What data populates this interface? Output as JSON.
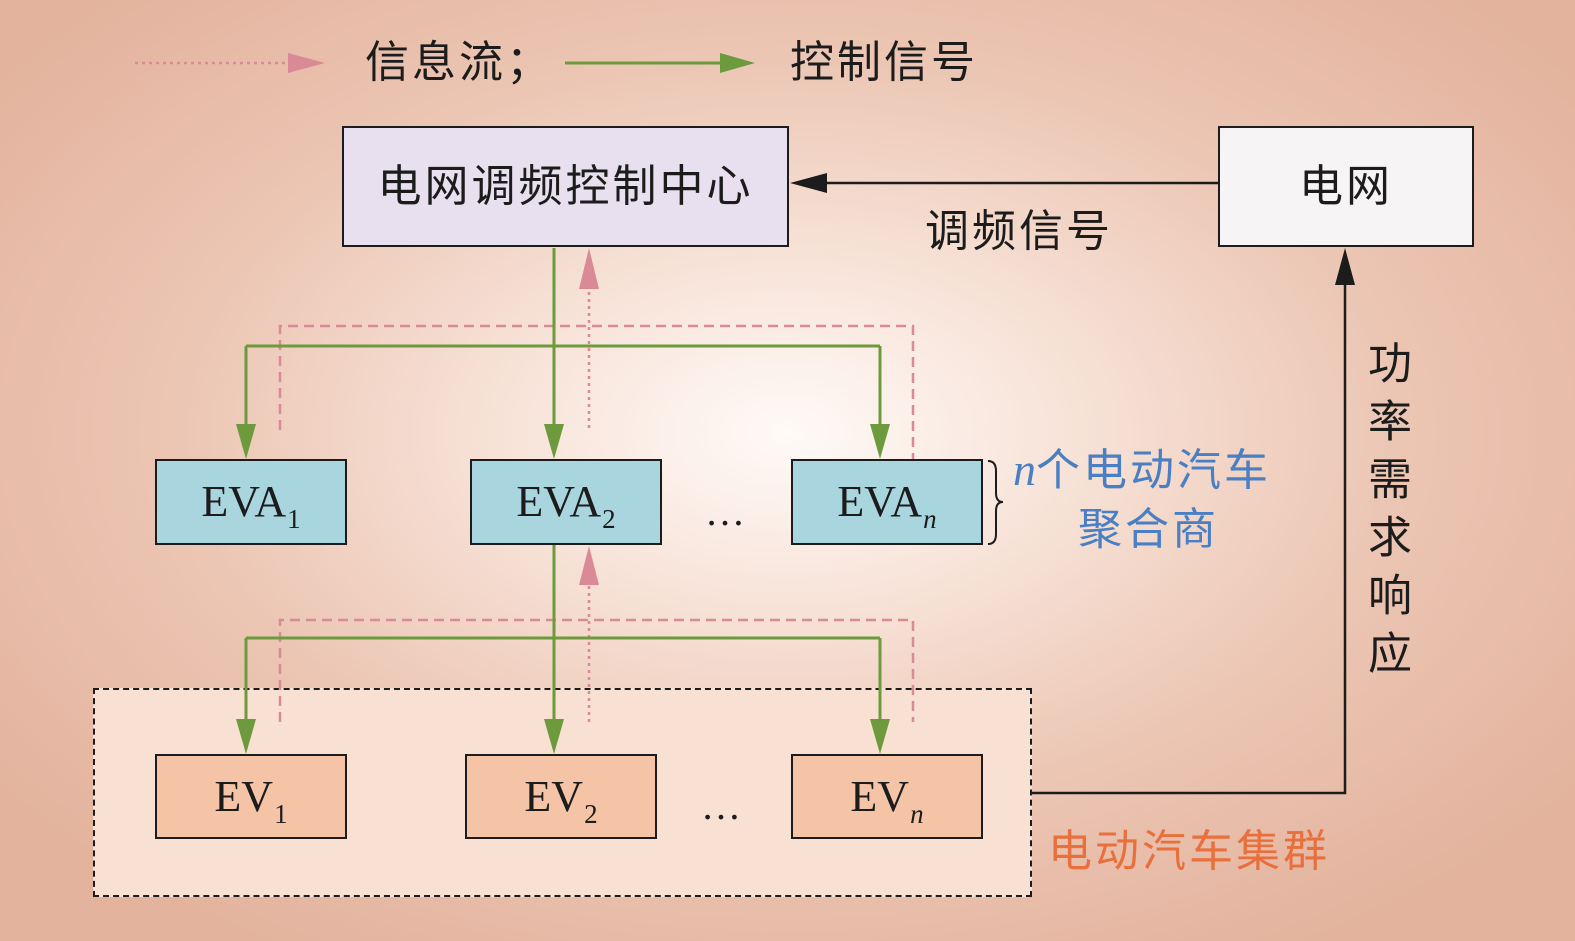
{
  "legend": {
    "info_flow": "信息流；",
    "control_signal": "控制信号"
  },
  "control_center": {
    "label": "电网调频控制中心"
  },
  "grid": {
    "label": "电网"
  },
  "edges": {
    "frequency_signal": "调频信号",
    "power_demand_response": "功率需求响应"
  },
  "aggregators": {
    "items": [
      {
        "base": "EVA",
        "sub": "1"
      },
      {
        "base": "EVA",
        "sub": "2"
      },
      {
        "base": "EVA",
        "sub": "n"
      }
    ],
    "ellipsis": "…",
    "label_var": "n",
    "label_line1": "个电动汽车",
    "label_line2": "聚合商"
  },
  "evs": {
    "items": [
      {
        "base": "EV",
        "sub": "1"
      },
      {
        "base": "EV",
        "sub": "2"
      },
      {
        "base": "EV",
        "sub": "n"
      }
    ],
    "ellipsis": "…",
    "group_label": "电动汽车集群"
  },
  "colors": {
    "control_line": "#6c9a3c",
    "info_line": "#d98a96",
    "black_line": "#1c1c1c",
    "center_fill": "#e8e0ee",
    "grid_fill": "#f6f4f4",
    "eva_fill": "#a9d5de",
    "ev_fill": "#f5c3a6",
    "group_fill": "#f8e1d3",
    "blue_text": "#4a7fc4",
    "orange_text": "#e8703c"
  }
}
